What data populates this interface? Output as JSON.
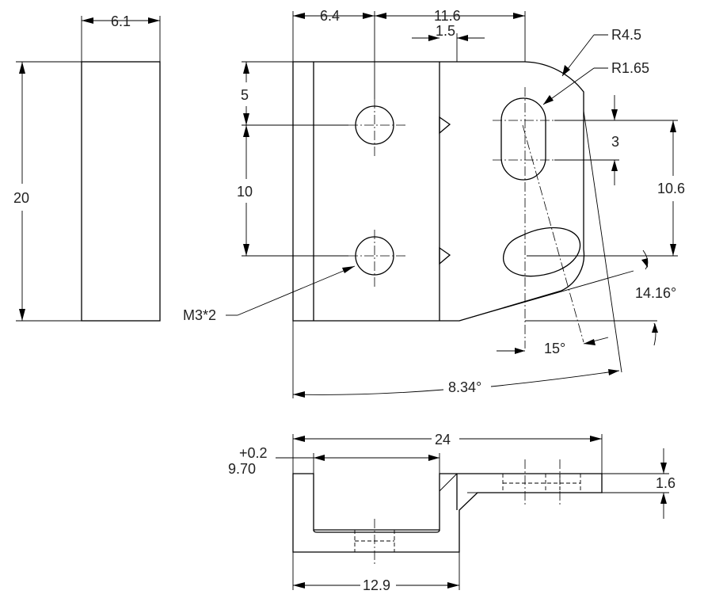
{
  "side_view": {
    "width": "6.1",
    "height": "20"
  },
  "front_view": {
    "width_left": "6.4",
    "width_to_slot": "11.6",
    "gap": "1.5",
    "outer_radius": "R4.5",
    "slot_radius": "R1.65",
    "top_offset": "5",
    "hole_spacing": "10",
    "slot_length": "3",
    "slot_spacing": "10.6",
    "angle_a": "14.16°",
    "angle_b": "15°",
    "angle_c": "8.34°",
    "hole_callout": "M3*2"
  },
  "bottom_view": {
    "overall_length": "24",
    "inner_width_tol": "+0.2",
    "inner_width": "9.70",
    "thickness": "1.6",
    "outer_width": "12.9"
  }
}
